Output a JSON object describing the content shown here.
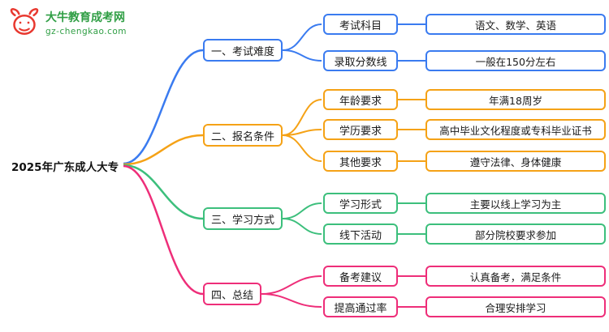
{
  "logo": {
    "site_name": "大牛教育成考网",
    "site_url": "gz-chengkao.com",
    "brand_color": "#2f9e44",
    "icon_color": "#e8382f"
  },
  "root_label": "2025年广东成人大专",
  "colors": {
    "branch1": "#3a7bf0",
    "branch2": "#f5a216",
    "branch3": "#3cbf7c",
    "branch4": "#ee2e79"
  },
  "branches": [
    {
      "label": "一、考试难度",
      "color": "#3a7bf0",
      "children": [
        {
          "label": "考试科目",
          "value": "语文、数学、英语"
        },
        {
          "label": "录取分数线",
          "value": "一般在150分左右"
        }
      ]
    },
    {
      "label": "二、报名条件",
      "color": "#f5a216",
      "children": [
        {
          "label": "年龄要求",
          "value": "年满18周岁"
        },
        {
          "label": "学历要求",
          "value": "高中毕业文化程度或专科毕业证书"
        },
        {
          "label": "其他要求",
          "value": "遵守法律、身体健康"
        }
      ]
    },
    {
      "label": "三、学习方式",
      "color": "#3cbf7c",
      "children": [
        {
          "label": "学习形式",
          "value": "主要以线上学习为主"
        },
        {
          "label": "线下活动",
          "value": "部分院校要求参加"
        }
      ]
    },
    {
      "label": "四、总结",
      "color": "#ee2e79",
      "children": [
        {
          "label": "备考建议",
          "value": "认真备考，满足条件"
        },
        {
          "label": "提高通过率",
          "value": "合理安排学习"
        }
      ]
    }
  ]
}
